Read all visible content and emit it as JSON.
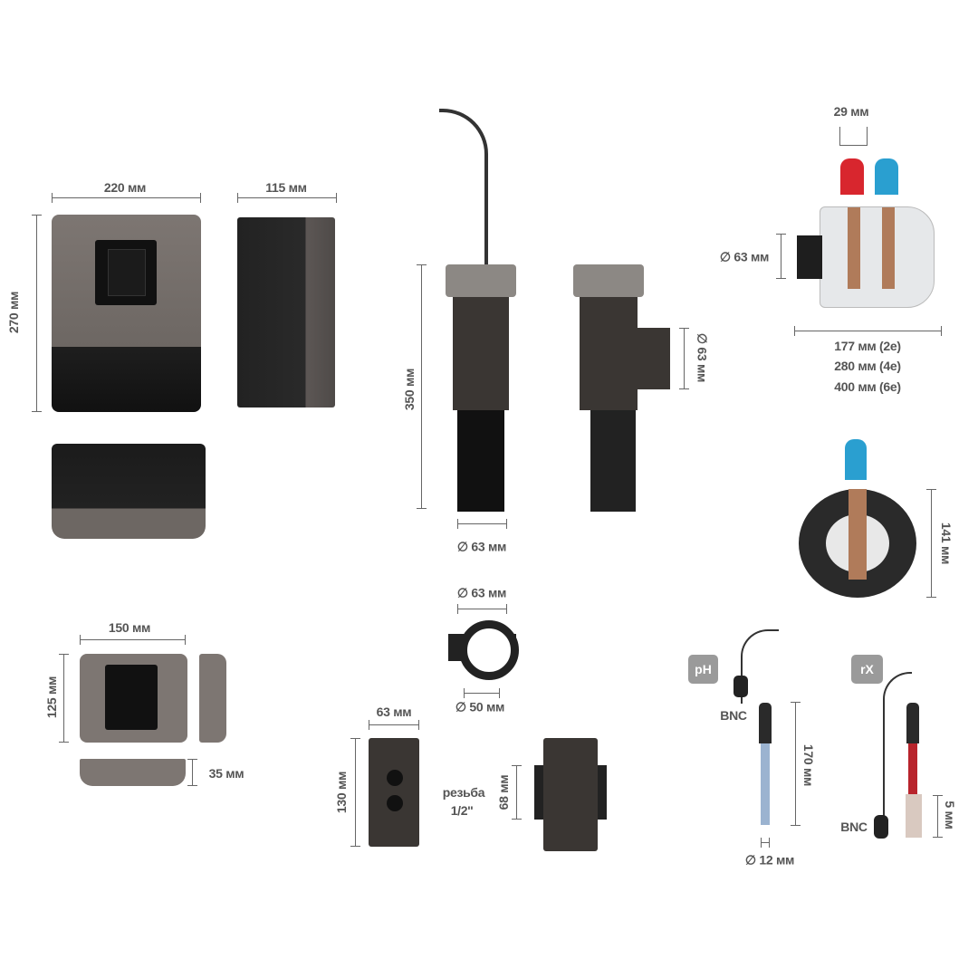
{
  "controller": {
    "width": "220 мм",
    "depth": "115 мм",
    "height": "270 мм"
  },
  "cell": {
    "length": "350 мм",
    "diameter": "∅ 63 мм",
    "pipe_diameter": "∅ 63 мм"
  },
  "electrode_cell": {
    "spacing": "29 мм",
    "diameter": "∅ 63 мм",
    "lengths": [
      "177 мм (2е)",
      "280 мм (4е)",
      "400 мм (6е)"
    ]
  },
  "round_cell": {
    "height": "141 мм"
  },
  "small_controller": {
    "width": "150 мм",
    "height": "125 мм",
    "depth": "35 мм"
  },
  "clamp": {
    "outer": "∅ 63 мм",
    "inner": "∅ 50 мм"
  },
  "holder": {
    "width": "63 мм",
    "height": "130 мм",
    "thread_label": "резьба",
    "thread_size": "1/2''",
    "height2": "68 мм"
  },
  "ph_probe": {
    "badge": "pH",
    "connector": "BNC",
    "length": "170 мм",
    "diameter": "∅ 12 мм"
  },
  "rx_probe": {
    "badge": "rX",
    "connector": "BNC",
    "tip": "5 мм"
  }
}
